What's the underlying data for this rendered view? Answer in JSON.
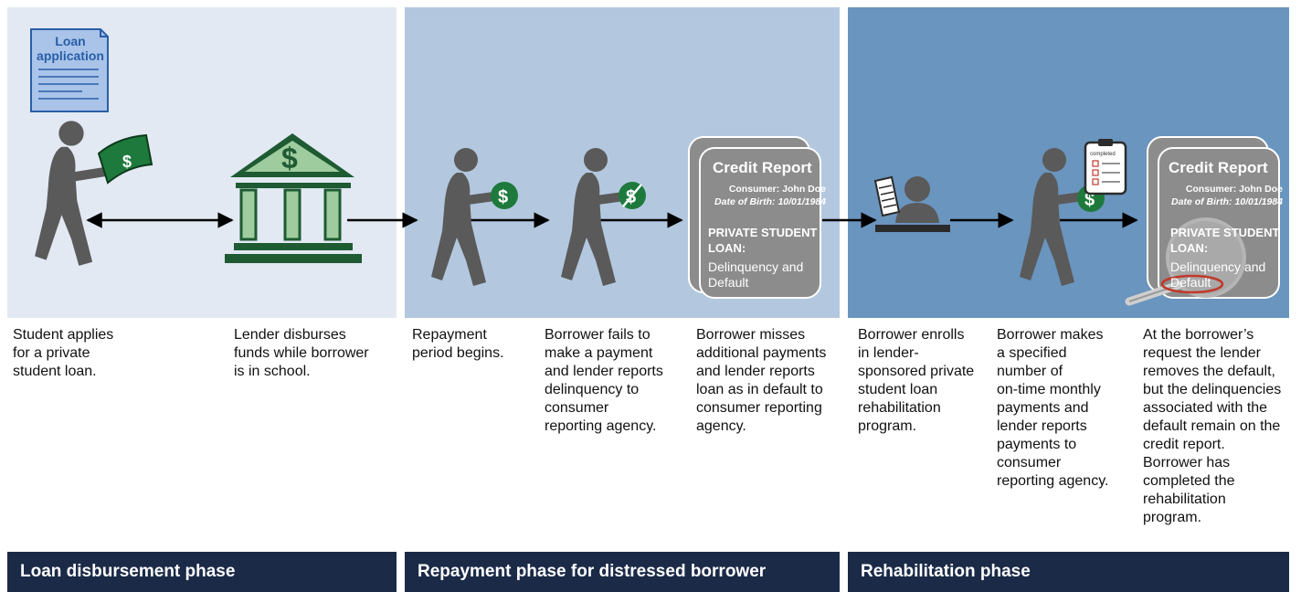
{
  "phases": [
    {
      "label": "Loan disbursement phase",
      "color": "#e2e9f3"
    },
    {
      "label": "Repayment phase for distressed borrower",
      "color": "#b3c8df"
    },
    {
      "label": "Rehabilitation phase",
      "color": "#6a95be"
    }
  ],
  "footer_color": "#1b2a47",
  "figure_color": "#5a5a5a",
  "money_color": "#1e7a3c",
  "loan_application": {
    "title": "Loan\napplication"
  },
  "credit_report": {
    "title": "Credit Report",
    "consumer": "Consumer: John Doe",
    "dob": "Date of Birth: 10/01/1984",
    "loan": "PRIVATE STUDENT\nLOAN:",
    "status": "Delinquency and\nDefault"
  },
  "clipboard_label": "completed",
  "steps": [
    {
      "caption": "Student applies\nfor a private\nstudent loan."
    },
    {
      "caption": "Lender disburses\nfunds while borrower\nis in school."
    },
    {
      "caption": "Repayment\nperiod begins."
    },
    {
      "caption": "Borrower fails to\nmake a payment\nand lender reports\ndelinquency to\nconsumer\nreporting agency."
    },
    {
      "caption": "Borrower misses\nadditional payments\nand lender reports\nloan as in default to\nconsumer reporting\nagency."
    },
    {
      "caption": "Borrower enrolls\nin lender-\nsponsored private\nstudent loan\nrehabilitation\nprogram."
    },
    {
      "caption": "Borrower makes\na specified\nnumber of\non-time monthly\npayments and\nlender reports\npayments to\nconsumer\nreporting agency."
    },
    {
      "caption": "At the borrower’s\nrequest the lender\nremoves the default,\nbut the delinquencies\nassociated with the\ndefault remain on the\ncredit report.\nBorrower has\ncompleted the\nrehabilitation\nprogram."
    }
  ]
}
